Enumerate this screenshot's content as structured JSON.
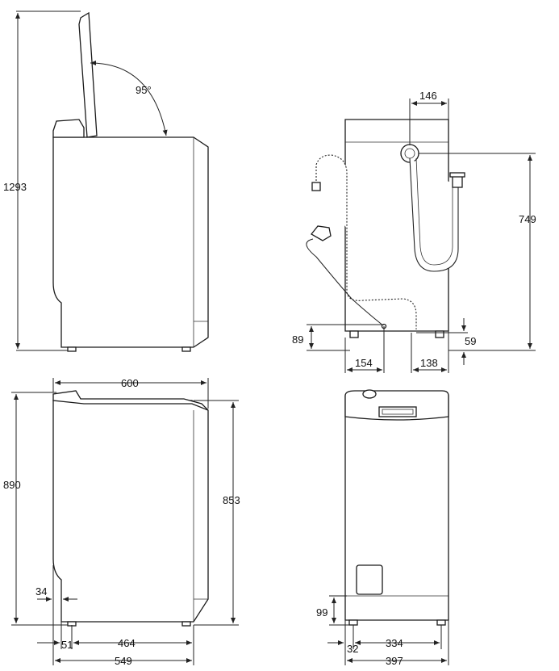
{
  "dimensions": {
    "lid_open_height": "1293",
    "lid_angle": "95°",
    "depth_top": "600",
    "height_total": "890",
    "height_body": "853",
    "front_offset": "34",
    "foot_front": "51",
    "foot_span_side": "464",
    "depth_body": "549",
    "hose_spacing": "146",
    "hose_height": "749",
    "drain_height": "89",
    "inlet_foot_height": "59",
    "drain_offset": "154",
    "inlet_offset": "138",
    "plinth_height": "99",
    "foot_side": "32",
    "foot_span_front": "334",
    "width": "397"
  }
}
